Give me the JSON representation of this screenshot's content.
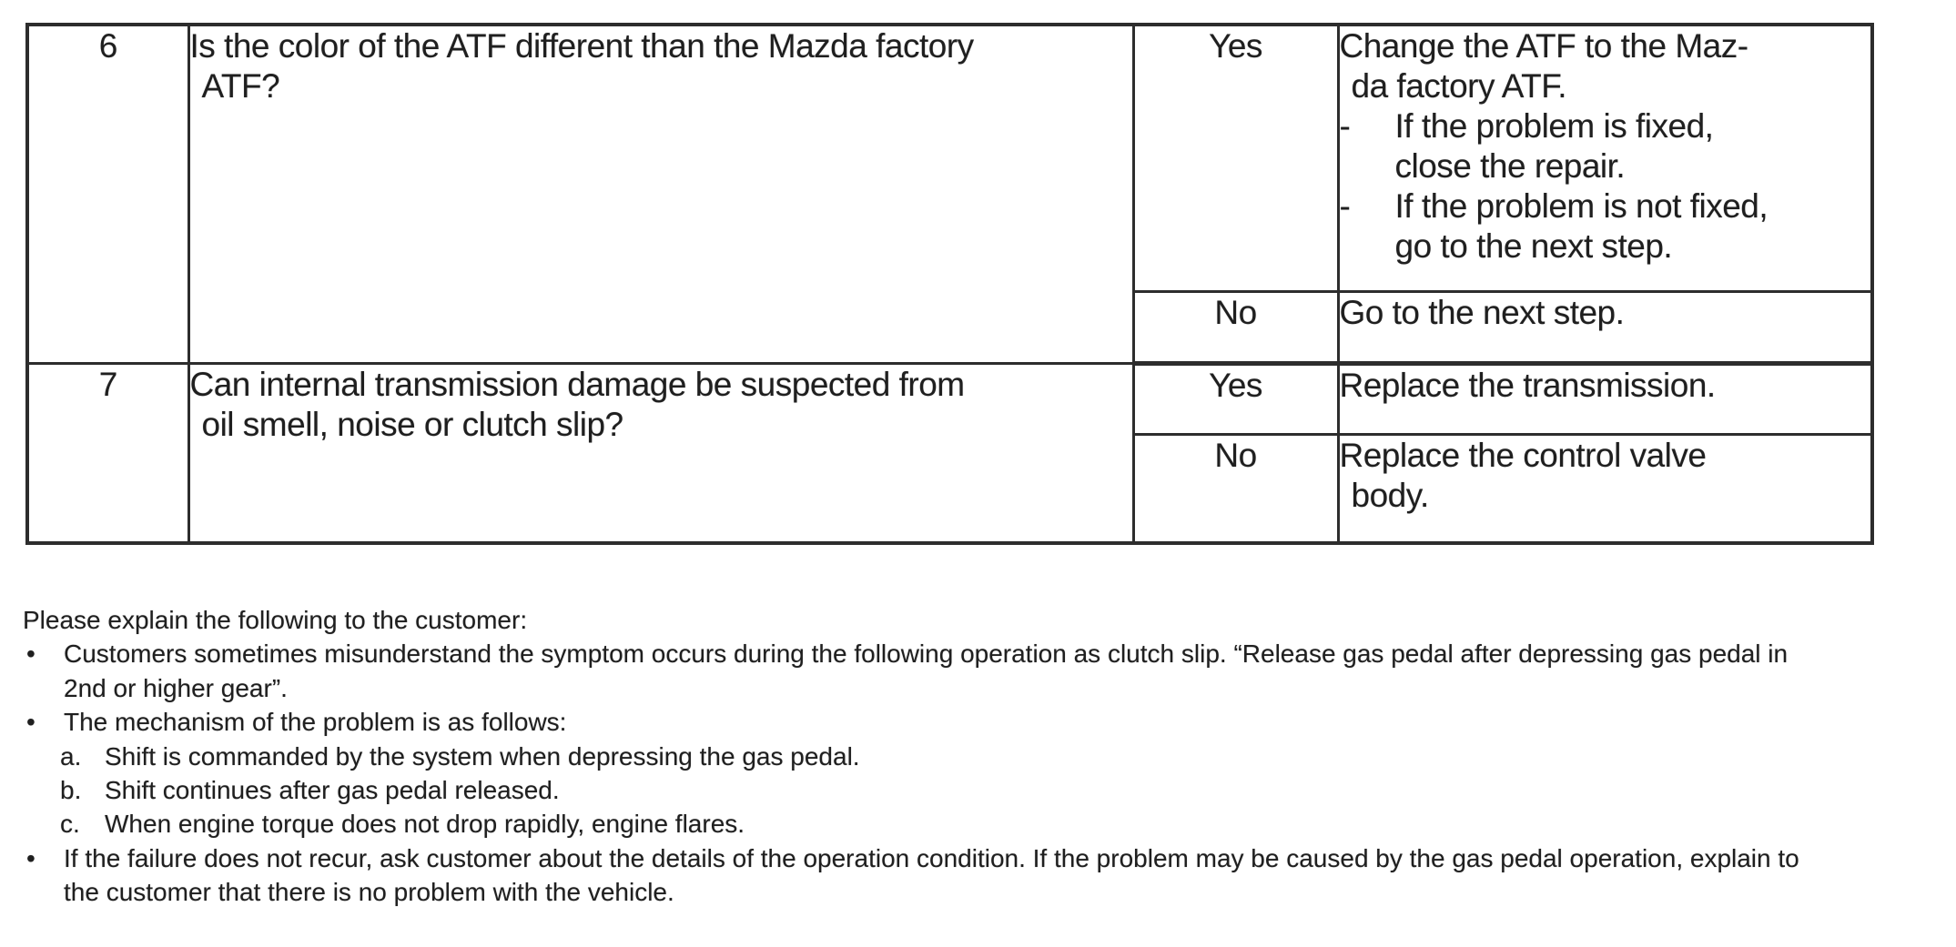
{
  "table": {
    "rows": [
      {
        "step": "6",
        "question_lines": [
          "Is the color of the ATF different than the Mazda factory",
          "ATF?"
        ],
        "branches": [
          {
            "answer": "Yes",
            "action": {
              "lines": [
                "Change the ATF to the Maz-",
                "da factory ATF."
              ],
              "items": [
                {
                  "marker": "-",
                  "lines": [
                    "If the problem is fixed,",
                    "close the repair."
                  ]
                },
                {
                  "marker": "-",
                  "lines": [
                    "If the problem is not fixed,",
                    "go to the next step."
                  ]
                }
              ]
            }
          },
          {
            "answer": "No",
            "action": {
              "lines": [
                "Go to the next step."
              ]
            }
          }
        ]
      },
      {
        "step": "7",
        "question_lines": [
          "Can internal transmission damage be suspected from",
          "oil smell, noise or clutch slip?"
        ],
        "branches": [
          {
            "answer": "Yes",
            "action": {
              "lines": [
                "Replace the transmission."
              ]
            }
          },
          {
            "answer": "No",
            "action": {
              "lines": [
                "Replace the control valve",
                "body."
              ]
            }
          }
        ]
      }
    ]
  },
  "notes": {
    "intro": "Please explain the following to the customer:",
    "bullets": [
      {
        "marker": "•",
        "lines": [
          "Customers sometimes misunderstand the symptom occurs during the following operation as clutch slip. “Release gas pedal after depressing gas pedal in",
          "2nd or higher gear”."
        ]
      },
      {
        "marker": "•",
        "lines": [
          "The mechanism of the problem is as follows:"
        ],
        "sub_items": [
          {
            "marker": "a.",
            "text": "Shift is commanded by the system when depressing the gas pedal."
          },
          {
            "marker": "b.",
            "text": "Shift continues after gas pedal released."
          },
          {
            "marker": "c.",
            "text": "When engine torque does not drop rapidly, engine flares."
          }
        ]
      },
      {
        "marker": "•",
        "lines": [
          "If the failure does not recur, ask customer about the details of the operation condition. If the problem may be caused by the gas pedal operation, explain to",
          "the customer that there is no problem with the vehicle."
        ]
      }
    ]
  }
}
